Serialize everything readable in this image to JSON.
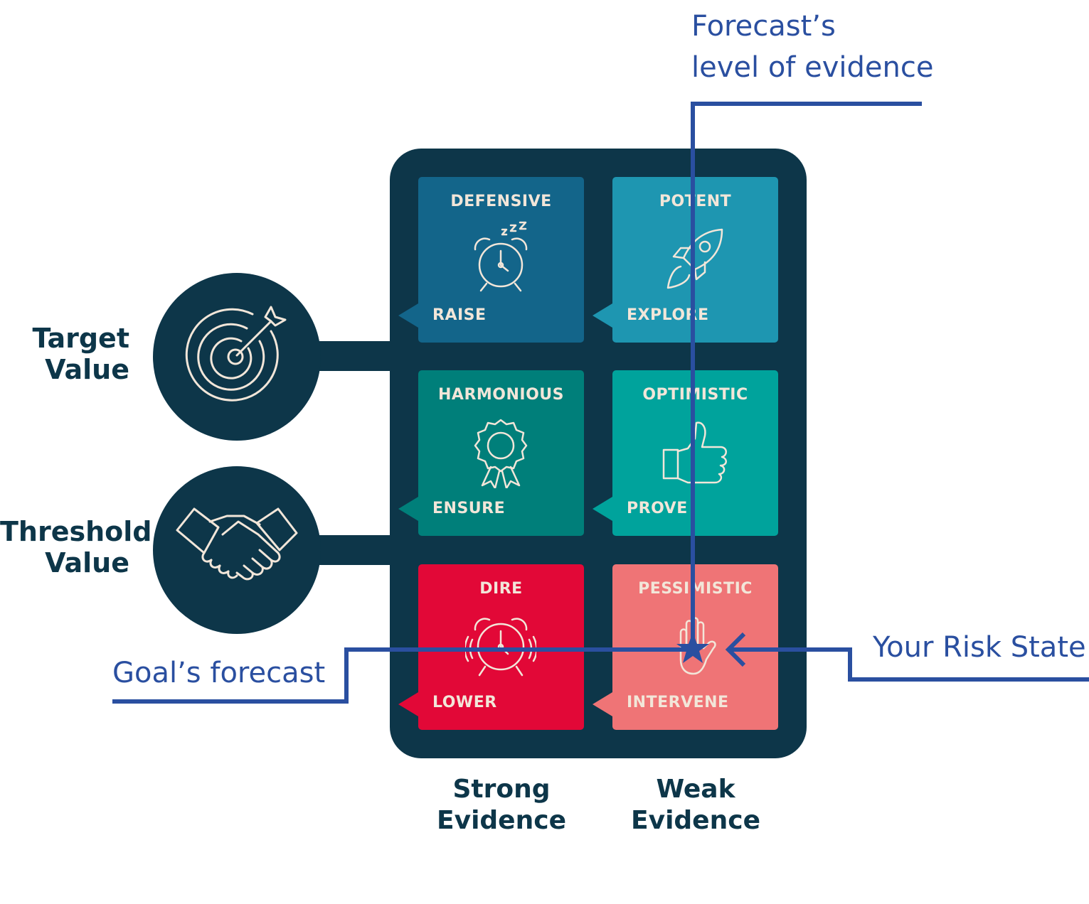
{
  "colors": {
    "board": "#0d3649",
    "defensive": "#13658a",
    "potent": "#1e96b1",
    "harmonious": "#007f7a",
    "optimistic": "#00a39c",
    "dire": "#e20837",
    "pessimistic": "#ef7476",
    "accent_line": "#2a4fa0",
    "icon_stroke": "#f2e6d9"
  },
  "side_labels": {
    "target": {
      "line1": "Target",
      "line2": "Value",
      "icon": "target-arrow-icon"
    },
    "threshold": {
      "line1": "Threshold",
      "line2": "Value",
      "icon": "handshake-icon"
    }
  },
  "tiles": {
    "defensive": {
      "title": "DEFENSIVE",
      "action": "RAISE",
      "icon": "sleeping-alarm-clock-icon"
    },
    "potent": {
      "title": "POTENT",
      "action": "EXPLORE",
      "icon": "rocket-icon"
    },
    "harmonious": {
      "title": "HARMONIOUS",
      "action": "ENSURE",
      "icon": "award-ribbon-icon"
    },
    "optimistic": {
      "title": "OPTIMISTIC",
      "action": "PROVE",
      "icon": "thumbs-up-icon"
    },
    "dire": {
      "title": "DIRE",
      "action": "LOWER",
      "icon": "ringing-alarm-clock-icon"
    },
    "pessimistic": {
      "title": "PESSIMISTIC",
      "action": "INTERVENE",
      "icon": "raised-hand-icon"
    }
  },
  "column_labels": {
    "strong": {
      "line1": "Strong",
      "line2": "Evidence"
    },
    "weak": {
      "line1": "Weak",
      "line2": "Evidence"
    }
  },
  "annotations": {
    "forecast_evidence": {
      "line1": "Forecast’s",
      "line2": "level of evidence"
    },
    "goal_forecast": "Goal’s forecast",
    "risk_state": "Your Risk State"
  }
}
